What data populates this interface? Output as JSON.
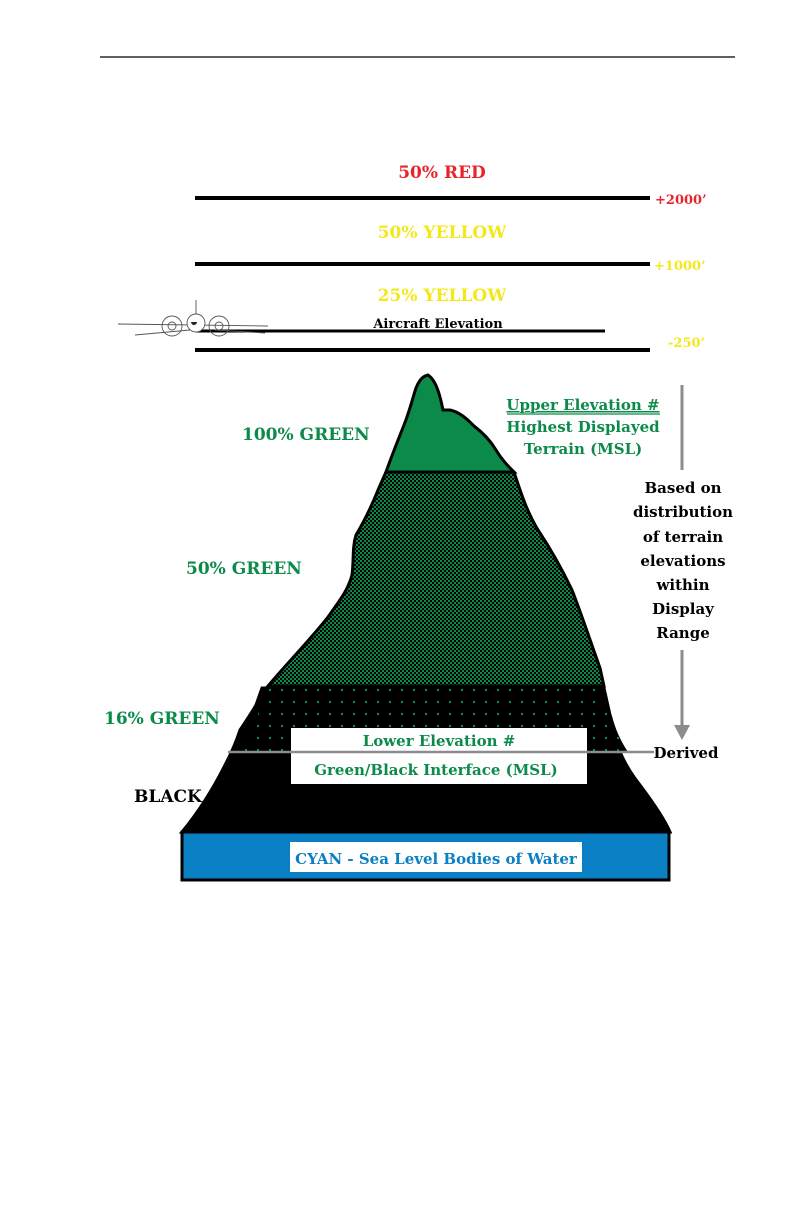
{
  "colors": {
    "red": "#e8232b",
    "yellow": "#f2e81a",
    "green": "#0b8a4a",
    "dark_green": "#0a6b3a",
    "black": "#000000",
    "cyan": "#0a7fc4",
    "gray": "#8c8c8c"
  },
  "zones": {
    "red_label": "50% RED",
    "yellow50_label": "50% YELLOW",
    "yellow25_label": "25% YELLOW",
    "green100_label": "100% GREEN",
    "green50_label": "50% GREEN",
    "green16_label": "16% GREEN",
    "black_label": "BLACK"
  },
  "offsets": {
    "plus2000": "+2000’",
    "plus1000": "+1000’",
    "minus250": "-250’"
  },
  "aircraft_elevation": "Aircraft Elevation",
  "upper": {
    "line1": "Upper Elevation #",
    "line2": "Highest Displayed",
    "line3": "Terrain (MSL)"
  },
  "based_on": [
    "Based on",
    "distribution",
    "of terrain",
    "elevations",
    "within",
    "Display",
    "Range"
  ],
  "lower": {
    "line1": "Lower Elevation #",
    "line2": "Green/Black Interface (MSL)"
  },
  "derived": "Derived",
  "water": "CYAN - Sea Level Bodies of Water",
  "icons": {
    "aircraft": "aircraft-icon"
  }
}
